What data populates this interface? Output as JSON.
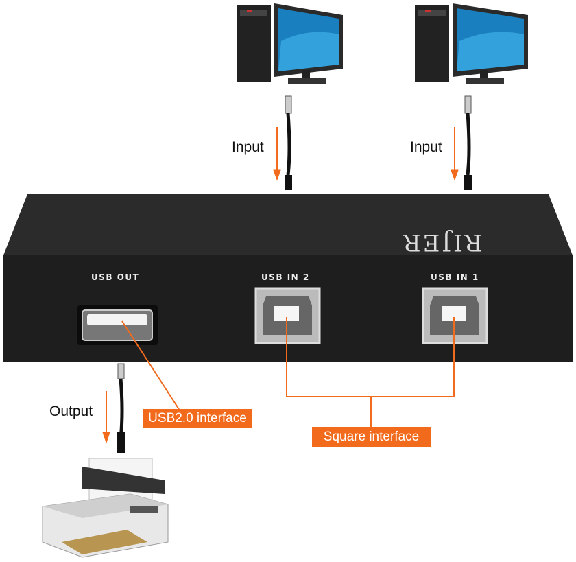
{
  "brand": "RIJER",
  "ports": {
    "out": "USB OUT",
    "in2": "USB IN 2",
    "in1": "USB IN 1"
  },
  "labels": {
    "input_left": "Input",
    "input_right": "Input",
    "output": "Output"
  },
  "callouts": {
    "usb20": "USB2.0 interface",
    "square": "Square interface"
  },
  "colors": {
    "accent": "#f26a1b",
    "device_body": "#1e1e1e"
  }
}
